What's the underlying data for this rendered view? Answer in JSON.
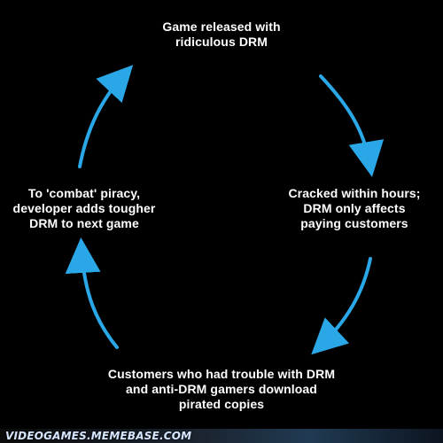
{
  "diagram": {
    "nodes": {
      "top": "Game released with\nridiculous DRM",
      "right": "Cracked within hours;\nDRM only affects\npaying customers",
      "bottom": "Customers who had trouble with DRM\nand anti-DRM gamers download\npirated copies",
      "left": "To 'combat' piracy,\ndeveloper adds tougher\nDRM to next game"
    },
    "colors": {
      "background": "#000000",
      "text": "#ffffff",
      "arrow": "#2aa7e6"
    }
  },
  "watermark": {
    "text": "VIDEOGAMES.MEMEBASE.COM"
  }
}
